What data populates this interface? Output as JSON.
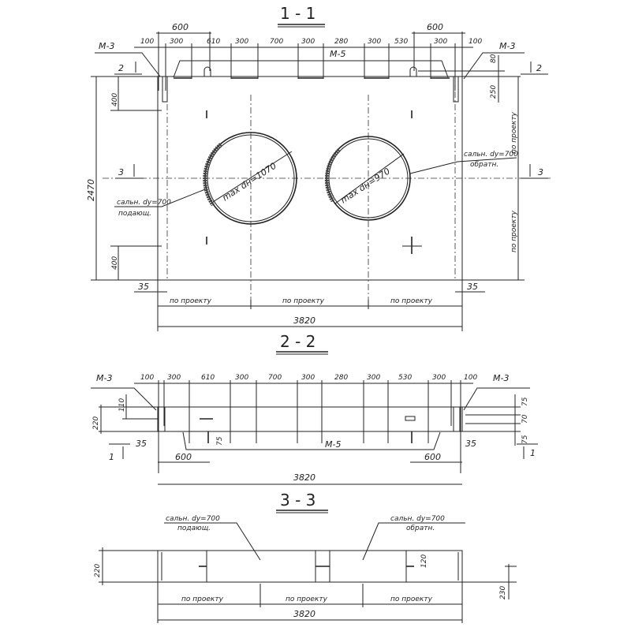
{
  "section_1_1": {
    "title": "1 - 1",
    "dims_top_600": [
      "600",
      "600"
    ],
    "dims_row": [
      "100",
      "300",
      "610",
      "300",
      "700",
      "300",
      "280",
      "300",
      "530",
      "300",
      "100"
    ],
    "labels": {
      "m3_left": "M-3",
      "m3_right": "M-3",
      "m5": "M-5",
      "cut2_left": "2",
      "cut2_right": "2",
      "cut3_left": "3",
      "cut3_right": "3"
    },
    "dims_vertical": {
      "height": "2470",
      "top_400": "400",
      "bottom_400": "400",
      "d80": "80",
      "d250": "250"
    },
    "dims_35": [
      "35",
      "35"
    ],
    "pipe_left": "max dн=1070",
    "pipe_right": "max dн=970",
    "gland_left": [
      "сальн. dу=700",
      "подающ."
    ],
    "gland_right": [
      "сальн. dу=700",
      "обратн."
    ],
    "bottom_segments": [
      "по проекту",
      "по проекту",
      "по проекту"
    ],
    "side_segments": [
      "по проекту",
      "по проекту"
    ],
    "total": "3820"
  },
  "section_2_2": {
    "title": "2 - 2",
    "dims_row": [
      "100",
      "300",
      "610",
      "300",
      "700",
      "300",
      "280",
      "300",
      "530",
      "300",
      "100"
    ],
    "labels": {
      "m3_left": "M-3",
      "m3_right": "M-3",
      "m5": "M-5",
      "cut1_left": "1",
      "cut1_right": "1"
    },
    "dims_left": [
      "220",
      "110"
    ],
    "dims_right": [
      "75",
      "70",
      "75"
    ],
    "dim_75_mid": "75",
    "dims_35": [
      "35",
      "35"
    ],
    "dims_600": [
      "600",
      "600"
    ],
    "total": "3820"
  },
  "section_3_3": {
    "title": "3 - 3",
    "gland_left": [
      "сальн. dу=700",
      "подающ."
    ],
    "gland_right": [
      "сальн. dу=700",
      "обратн."
    ],
    "dim_left": "220",
    "dim_right": "230",
    "dim_120": "120",
    "bottom_segments": [
      "по проекту",
      "по проекту",
      "по проекту"
    ],
    "total": "3820"
  }
}
